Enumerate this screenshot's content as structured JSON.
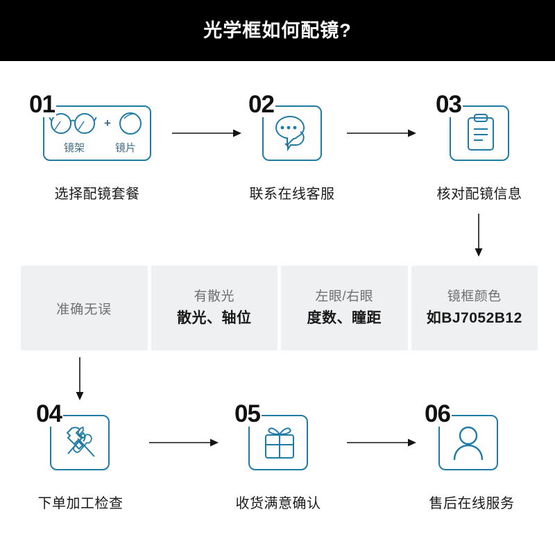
{
  "header": {
    "title": "光学框如何配镜?"
  },
  "steps_top": [
    {
      "number": "01",
      "label": "选择配镜套餐",
      "icon": "glasses-frame-and-lens-icon",
      "captions": [
        "镜架",
        "镜片"
      ],
      "separator": "+"
    },
    {
      "number": "02",
      "label": "联系在线客服",
      "icon": "chat-bubbles-icon"
    },
    {
      "number": "03",
      "label": "核对配镜信息",
      "icon": "clipboard-icon"
    }
  ],
  "steps_bottom": [
    {
      "number": "04",
      "label": "下单加工检查",
      "icon": "hammer-wrench-tools-icon"
    },
    {
      "number": "05",
      "label": "收货满意确认",
      "icon": "gift-box-icon"
    },
    {
      "number": "06",
      "label": "售后在线服务",
      "icon": "person-user-icon"
    }
  ],
  "info_row": [
    {
      "top": "",
      "bottom": "",
      "single": "准确无误"
    },
    {
      "top": "有散光",
      "bottom": "散光、轴位",
      "single": ""
    },
    {
      "top": "左眼/右眼",
      "bottom": "度数、瞳距",
      "single": ""
    },
    {
      "top": "镜框颜色",
      "bottom": "如BJ7052B12",
      "single": ""
    }
  ],
  "colors": {
    "header_bg": "#000000",
    "header_text": "#ffffff",
    "accent_blue": "#1f7ba6",
    "panel_gray": "#eff0f1",
    "arrow": "#141414",
    "caption_blue": "#3d6e86"
  }
}
